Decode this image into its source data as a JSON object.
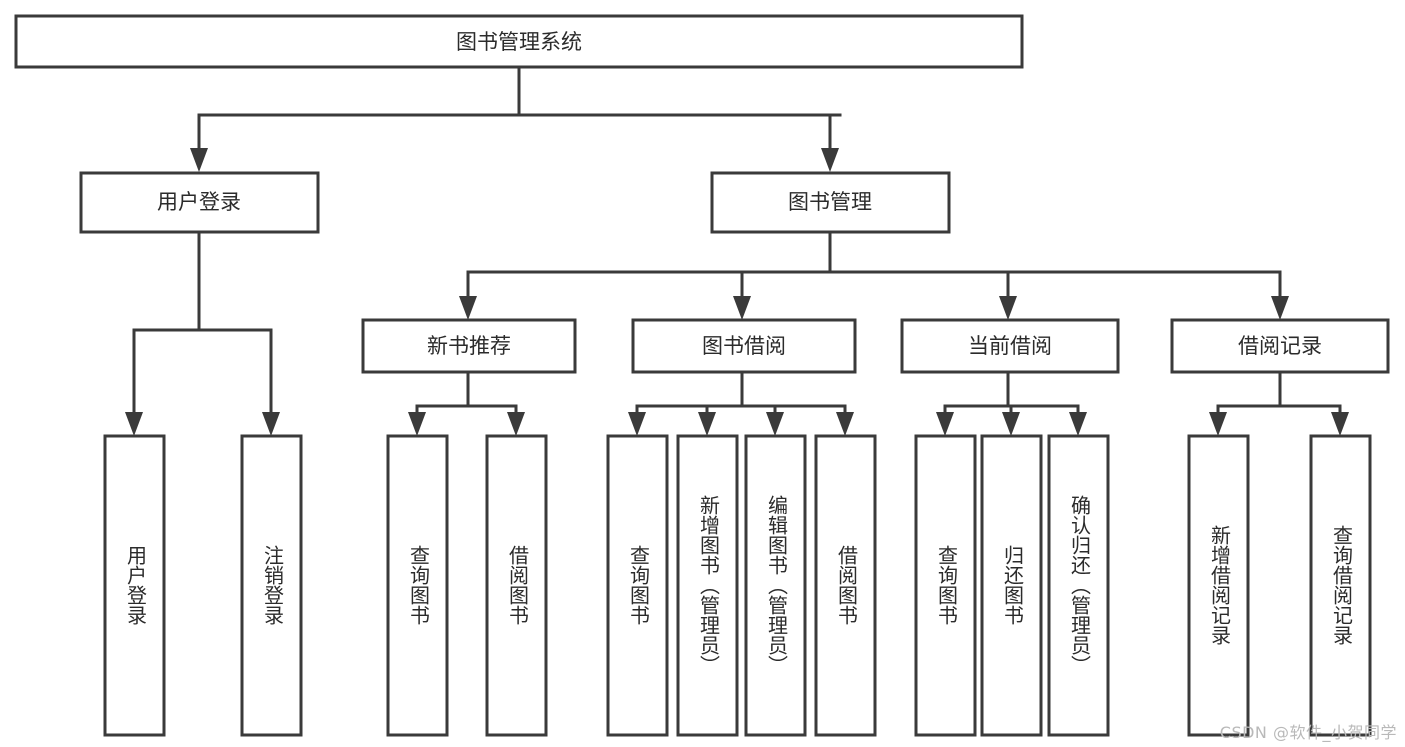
{
  "diagram": {
    "type": "tree-hierarchy-diagram",
    "title": "图书管理系统",
    "watermark": "CSDN @软件_小贺同学",
    "colors": {
      "stroke": "#3a3a3a",
      "fill": "#ffffff",
      "text": "#2b2b2b",
      "watermark": "#b9b9b9",
      "background": "#ffffff"
    },
    "nodes": {
      "root": {
        "label": "图书管理系统"
      },
      "level2": [
        {
          "label": "用户登录"
        },
        {
          "label": "图书管理"
        }
      ],
      "level3": [
        {
          "label": "新书推荐"
        },
        {
          "label": "图书借阅"
        },
        {
          "label": "当前借阅"
        },
        {
          "label": "借阅记录"
        }
      ],
      "leaves": {
        "user_login": [
          {
            "label": "用户登录"
          },
          {
            "label": "注销登录"
          }
        ],
        "new_book_recommend": [
          {
            "label": "查询图书"
          },
          {
            "label": "借阅图书"
          }
        ],
        "book_borrow": [
          {
            "label": "查询图书"
          },
          {
            "label": "新增图书（管理员）"
          },
          {
            "label": "编辑图书（管理员）"
          },
          {
            "label": "借阅图书"
          }
        ],
        "current_borrow": [
          {
            "label": "查询图书"
          },
          {
            "label": "归还图书"
          },
          {
            "label": "确认归还（管理员）"
          }
        ],
        "borrow_record": [
          {
            "label": "新增借阅记录"
          },
          {
            "label": "查询借阅记录"
          }
        ]
      }
    }
  }
}
